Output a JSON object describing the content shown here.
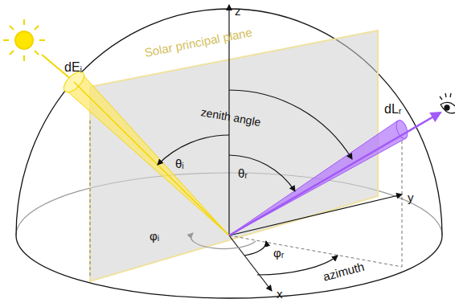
{
  "diagram": {
    "labels": [
      "z",
      "Solar principal plane",
      "dEᵢ",
      "zenith angle",
      "θᵢ",
      "θᵣ",
      "dLᵣ",
      "y",
      "φᵢ",
      "φᵣ",
      "azimuth",
      "x"
    ]
  }
}
